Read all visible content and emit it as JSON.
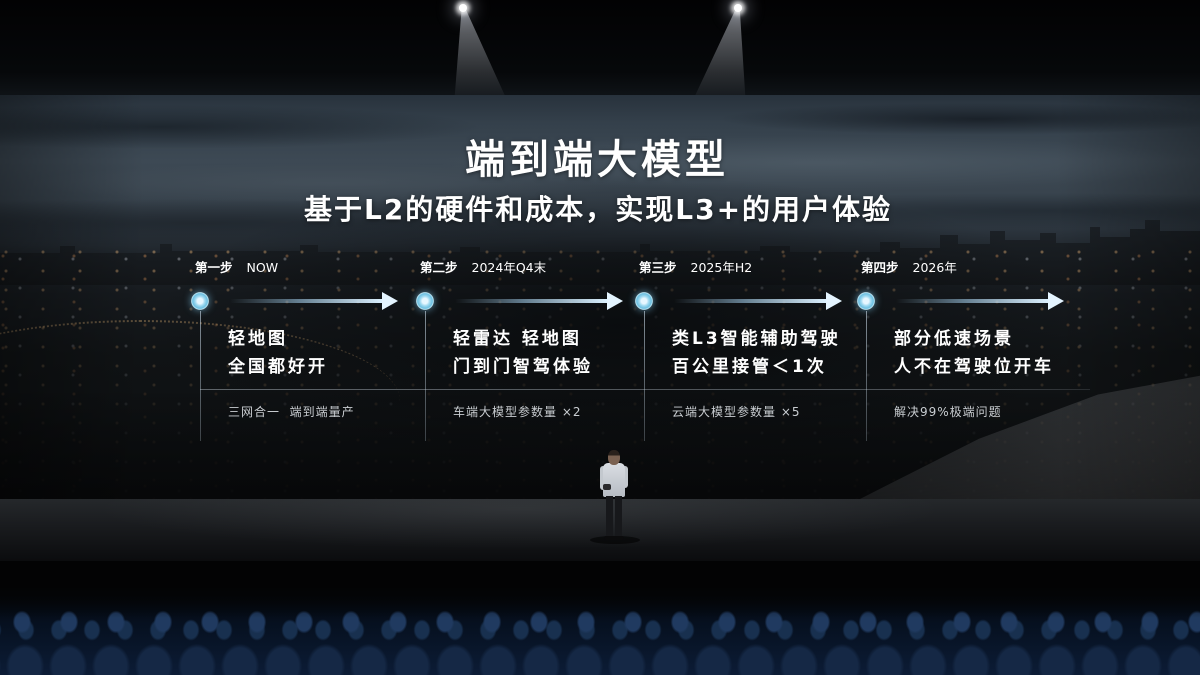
{
  "slide": {
    "title": "端到端大模型",
    "subtitle": "基于L2的硬件和成本，实现L3+的用户体验",
    "steps": [
      {
        "label": "第一步",
        "time": "NOW",
        "lines": [
          "轻地图",
          "全国都好开"
        ],
        "note": "三网合一  端到端量产"
      },
      {
        "label": "第二步",
        "time": "2024年Q4末",
        "lines": [
          "轻雷达 轻地图",
          "门到门智驾体验"
        ],
        "note": "车端大模型参数量 ×2"
      },
      {
        "label": "第三步",
        "time": "2025年H2",
        "lines": [
          "类L3智能辅助驾驶",
          "百公里接管＜1次"
        ],
        "note": "云端大模型参数量 ×5"
      },
      {
        "label": "第四步",
        "time": "2026年",
        "lines": [
          "部分低速场景",
          "人不在驾驶位开车"
        ],
        "note": "解决99%极端问题"
      }
    ]
  },
  "icons": {
    "timeline_marker": "circle-dot-icon",
    "step_arrow": "right-arrow-icon",
    "light": "spotlight-icon"
  },
  "colors": {
    "background": "#030405",
    "text": "#ffffff",
    "note_text": "#c9cdd1",
    "accent": "#9fdaf1",
    "audience": "#203a60"
  }
}
